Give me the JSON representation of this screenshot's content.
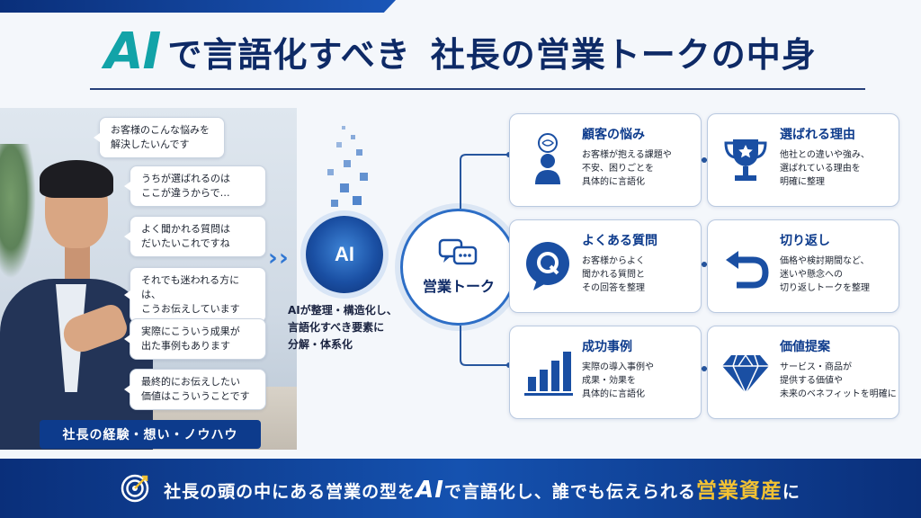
{
  "header": {
    "title_ai": "AI",
    "title_part1": "で言語化すべき",
    "title_part2": "社長の営業トークの中身"
  },
  "speech_bubbles": [
    {
      "line1": "お客様のこんな悩みを",
      "line2": "解決したいんです"
    },
    {
      "line1": "うちが選ばれるのは",
      "line2": "ここが違うからで…"
    },
    {
      "line1": "よく聞かれる質問は",
      "line2": "だいたいこれですね"
    },
    {
      "line1": "それでも迷われる方には、",
      "line2": "こうお伝えしています"
    },
    {
      "line1": "実際にこういう成果が",
      "line2": "出た事例もあります"
    },
    {
      "line1": "最終的にお伝えしたい",
      "line2": "価値はこういうことです"
    }
  ],
  "president_label": "社長の経験・想い・ノウハウ",
  "ai": {
    "badge": "AI",
    "caption_line1": "AIが整理・構造化し、",
    "caption_line2": "言語化すべき要素に",
    "caption_line3": "分解・体系化"
  },
  "center": {
    "label": "営業トーク"
  },
  "cards": [
    {
      "title": "顧客の悩み",
      "desc1": "お客様が抱える課題や",
      "desc2": "不安、困りごとを",
      "desc3": "具体的に言語化",
      "icon": "person-thinking-icon"
    },
    {
      "title": "選ばれる理由",
      "desc1": "他社との違いや強み、",
      "desc2": "選ばれている理由を",
      "desc3": "明確に整理",
      "icon": "trophy-icon"
    },
    {
      "title": "よくある質問",
      "desc1": "お客様からよく",
      "desc2": "聞かれる質問と",
      "desc3": "その回答を整理",
      "icon": "q-bubble-icon"
    },
    {
      "title": "切り返し",
      "desc1": "価格や検討期間など、",
      "desc2": "迷いや懸念への",
      "desc3": "切り返しトークを整理",
      "icon": "return-arrow-icon"
    },
    {
      "title": "成功事例",
      "desc1": "実際の導入事例や",
      "desc2": "成果・効果を",
      "desc3": "具体的に言語化",
      "icon": "bar-chart-icon"
    },
    {
      "title": "価値提案",
      "desc1": "サービス・商品が",
      "desc2": "提供する価値や",
      "desc3": "未来のベネフィットを明確に",
      "icon": "diamond-icon"
    }
  ],
  "footer": {
    "pre": "社長の頭の中にある営業の型を",
    "ai": "AI",
    "mid": "で言語化し、誰でも伝えられる",
    "highlight": "営業資産",
    "post": "に"
  },
  "colors": {
    "navy": "#0e2a66",
    "accent": "#12a3a8",
    "blue": "#0d3b8c",
    "gold": "#f3c233"
  }
}
